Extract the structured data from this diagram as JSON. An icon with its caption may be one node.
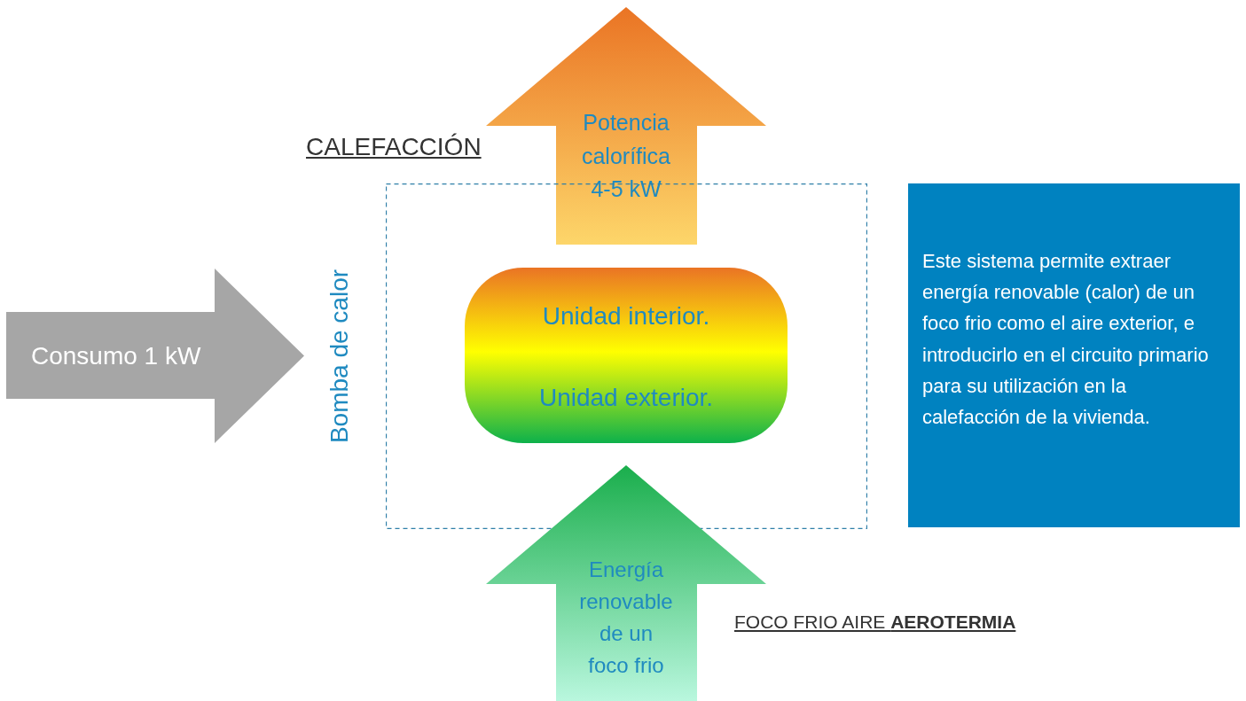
{
  "diagram": {
    "nodes": [
      {
        "text": [
          "Potencia calorífica 4-5 kW"
        ]
      },
      {
        "text": [
          "Consumo 1 kW"
        ]
      },
      {
        "text": [
          "Bomba de calor"
        ]
      },
      {
        "text": [
          "Unidad interior.",
          "Unidad exterior."
        ],
        "in": 2
      },
      {
        "text": [
          "Este sistema permite extraer energía renovable (calor) de un foco frio como el aire exterior, e introducirlo en el circuito primario para su utilización en la calefacción de la vivienda."
        ]
      },
      {
        "text": [
          "Energía renovable de un foco frio"
        ]
      }
    ],
    "labels": [
      "CALEFACCIÓN",
      "FOCO FRIO AIRE **AEROTERMIA**"
    ]
  }
}
